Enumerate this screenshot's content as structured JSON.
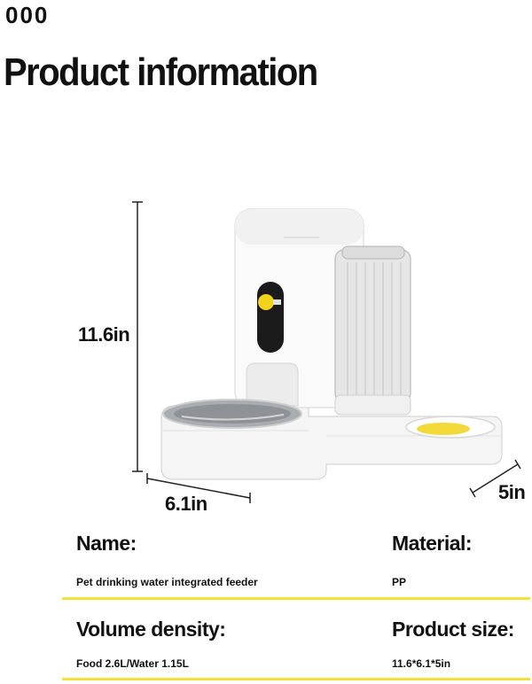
{
  "header": {
    "dots": "000",
    "title": "Product information"
  },
  "dimensions": {
    "height": "11.6in",
    "width": "6.1in",
    "depth": "5in"
  },
  "specs": {
    "name_label": "Name:",
    "name_value": "Pet drinking water integrated feeder",
    "material_label": "Material:",
    "material_value": "PP",
    "volume_label": "Volume density:",
    "volume_value": "Food 2.6L/Water 1.15L",
    "size_label": "Product size:",
    "size_value": "11.6*6.1*5in"
  },
  "colors": {
    "accent": "#f2e23c",
    "text": "#111111",
    "product_body": "#f4f4f4",
    "knob": "#f1d21c"
  }
}
